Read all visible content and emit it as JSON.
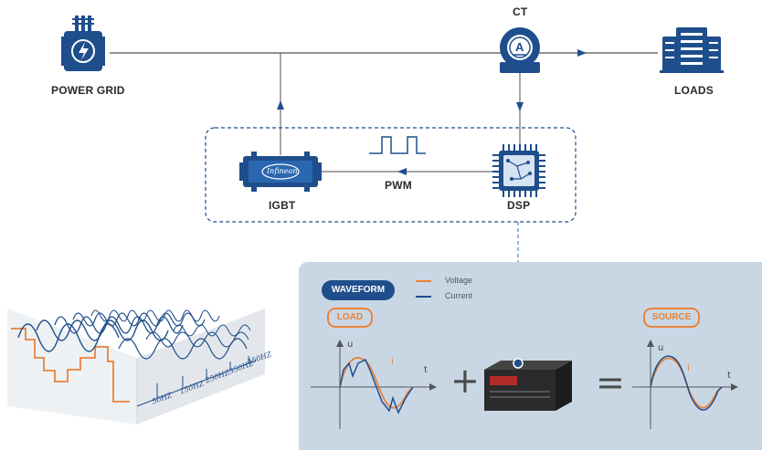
{
  "labels": {
    "power_grid": "POWER GRID",
    "loads": "LOADS",
    "ct": "CT",
    "igbt": "IGBT",
    "dsp": "DSP",
    "pwm": "PWM",
    "ct_letter": "A",
    "infineon": "Infineon"
  },
  "panel": {
    "waveform": "WAVEFORM",
    "load": "LOAD",
    "source": "SOURCE",
    "legend_voltage": "Voltage",
    "legend_current": "Current",
    "plus": "+",
    "equals": "=",
    "axis_u": "u",
    "axis_t": "t",
    "axis_i": "i"
  },
  "spectrum": {
    "freqs": [
      "50HZ",
      "150HZ",
      "250HZ",
      "350HZ",
      "450HZ"
    ]
  },
  "colors": {
    "primary_blue": "#1f4e8c",
    "orange": "#e8833a",
    "panel_bg": "#c9d7e5",
    "line": "#6e6e6e"
  }
}
